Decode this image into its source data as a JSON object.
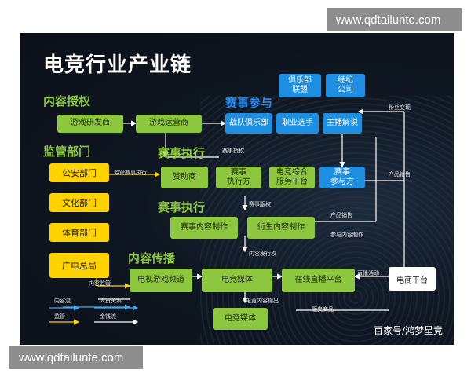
{
  "watermark": {
    "top": "www.qdtailunte.com",
    "bottom": "www.qdtailunte.com"
  },
  "title": "电竞行业产业链",
  "sections": {
    "content_auth": "内容授权",
    "regulators": "监管部门",
    "event_exec_1": "赛事执行",
    "event_exec_2": "赛事执行",
    "participation": "赛事参与",
    "distribution": "内容传播"
  },
  "nodes": {
    "game_dev": "游戏研发商",
    "game_ops": "游戏运营商",
    "police": "公安部门",
    "culture": "文化部门",
    "sports": "体育部门",
    "radio_tv": "广电总局",
    "sponsor": "赞助商",
    "event_exec_party": "赛事\n执行方",
    "esports_platform": "电竞综合\n服务平台",
    "event_party": "赛事\n参与方",
    "club": "战队俱乐部",
    "pro_player": "职业选手",
    "caster": "主播解说",
    "club_alliance": "俱乐部\n联盟",
    "agency": "经纪\n公司",
    "event_content": "赛事内容制作",
    "derivative_content": "衍生内容制作",
    "tv_channel": "电视游戏频道",
    "esports_media": "电竞媒体",
    "live_platform": "在线直播平台",
    "esports_media_2": "电竞媒体",
    "ecommerce": "电商平台"
  },
  "edge_labels": {
    "event_auth": "赛事授权",
    "reg_exec": "监管赛事执行",
    "event_copyright": "赛事版权",
    "content_distribution_right": "内容发行权",
    "content_reg": "内容监管",
    "content_output": "电竞内容输出",
    "product_sales_1": "产品销售",
    "product_sales_2": "产品销售",
    "content_participation": "参与内容制作",
    "fan_monetization": "粉丝变现",
    "live_activity": "直播活动",
    "merch_sales": "贩卖商品"
  },
  "legend": {
    "content_flow": "内容流",
    "personnel": "人员关系",
    "regulation": "监管",
    "money_flow": "金钱流"
  },
  "credit": "百家号/鸿梦星竞",
  "colors": {
    "green": "#8dc63f",
    "yellow": "#ffd200",
    "blue": "#1e8ee0",
    "section_green": "#8dc63f",
    "section_blue": "#2f8be6"
  }
}
